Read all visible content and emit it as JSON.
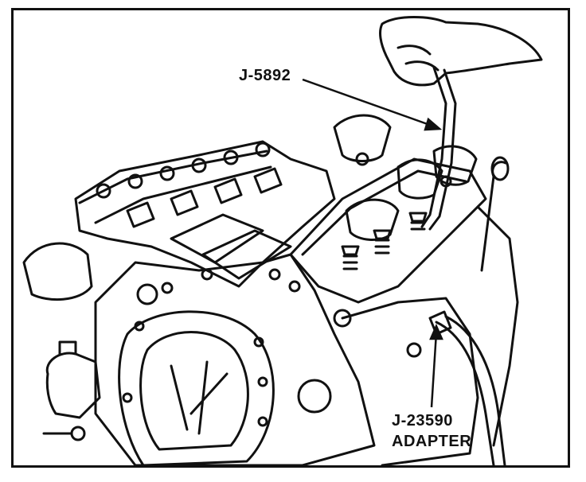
{
  "figure": {
    "subject": "engine-valve-adjustment-illustration"
  },
  "callouts": {
    "tool": "J-5892",
    "adapter_part": "J-23590",
    "adapter_word": "ADAPTER"
  }
}
